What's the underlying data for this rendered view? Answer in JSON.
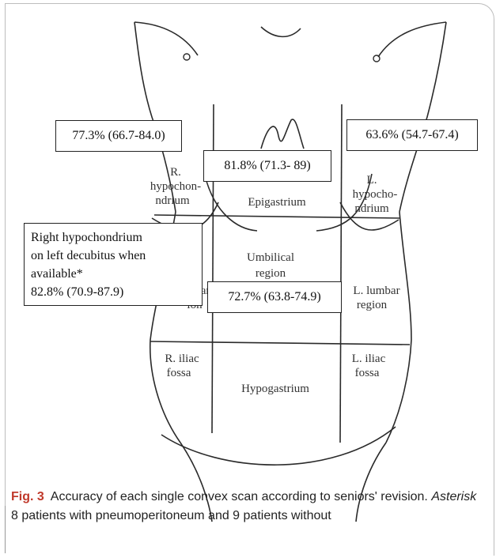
{
  "figure": {
    "regions": {
      "r_hypochondrium": [
        "R.",
        "hypochon-",
        "ndrium"
      ],
      "epigastrium": "Epigastrium",
      "l_hypochondrium": [
        "L.",
        "hypocho-",
        "ndrium"
      ],
      "r_lumbar": [
        "mbar",
        "ion"
      ],
      "umbilical": [
        "Umbilical",
        "region"
      ],
      "l_lumbar": [
        "L. lumbar",
        "region"
      ],
      "r_iliac": [
        "R. iliac",
        "fossa"
      ],
      "hypogastrium": "Hypogastrium",
      "l_iliac": [
        "L. iliac",
        "fossa"
      ]
    },
    "boxes": {
      "r_hypochondrium": "77.3% (66.7-84.0)",
      "epigastrium": "81.8% (71.3- 89)",
      "l_hypochondrium": "63.6% (54.7-67.4)",
      "right_decubitus": [
        "Right hypochondrium",
        "on left decubitus when",
        "available*",
        "82.8% (70.9-87.9)"
      ],
      "umbilical": "72.7% (63.8-74.9)"
    }
  },
  "caption": {
    "label": "Fig. 3",
    "text": "Accuracy of each single convex scan according to seniors' revision.",
    "asterisk_word": "Asterisk",
    "note": "8 patients with pneumoperitoneum and 9 patients without"
  }
}
